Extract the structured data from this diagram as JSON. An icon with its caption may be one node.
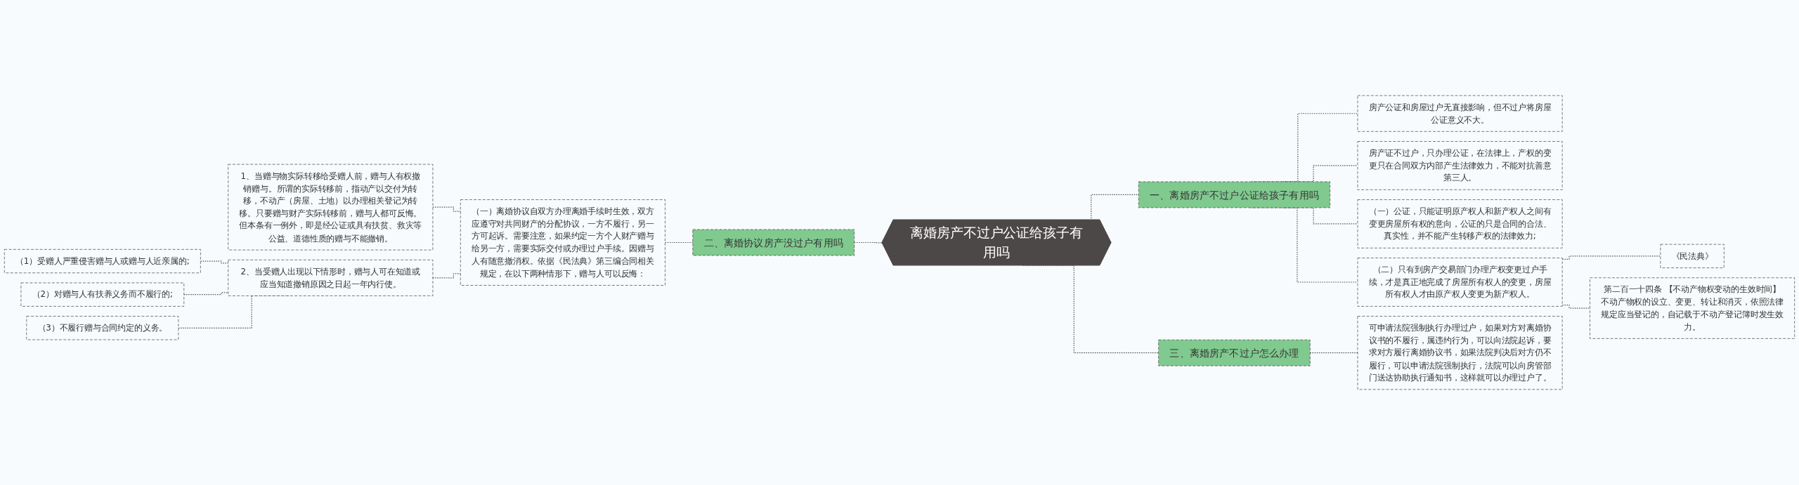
{
  "diagram": {
    "nodes": [
      {
        "text": [
          "离婚房产不过户公证给孩子有用吗"
        ]
      },
      {
        "text": [
          "一、离婚房产不过户公证给孩子有用吗"
        ]
      },
      {
        "text": [
          "房产公证和房屋过户无直接影响，但不过户将房屋公证意义不大。"
        ]
      },
      {
        "text": [
          "房产证不过户，只办理公证，在法律上，产权的变更只在合同双方内部产生法律效力，不能对抗善意第三人。"
        ]
      },
      {
        "text": [
          "（一）公证，只能证明原产权人和新产权人之间有变更房屋所有权的意向，公证的只是合同的合法、真实性，并不能产生转移产权的法律效力;"
        ]
      },
      {
        "text": [
          "（二）只有到房产交易部门办理产权变更过户手续，才是真正地完成了房屋所有权人的变更，房屋所有权人才由原产权人变更为新产权人。"
        ]
      },
      {
        "text": [
          "《民法典》"
        ]
      },
      {
        "text": [
          "第二百一十四条 【不动产物权变动的生效时间】不动产物权的设立、变更、转让和消灭，依照法律规定应当登记的，自记载于不动产登记簿时发生效力。"
        ]
      },
      {
        "text": [
          "二、离婚协议房产没过户有用吗"
        ]
      },
      {
        "text": [
          "（一）离婚协议自双方办理离婚手续时生效，双方应遵守对共同财产的分配协议，一方不履行，另一方可起诉。需要注意，如果约定一方个人财产赠与给另一方，需要实际交付或办理过户手续。因赠与人有随意撤消权。依据《民法典》第三编合同相关规定，在以下两种情形下，赠与人可以反悔："
        ]
      },
      {
        "text": [
          "1、当赠与物实际转移给受赠人前，赠与人有权撤销赠与。所谓的实际转移前，指动产以交付为转移，不动产（房屋、土地）以办理相关登记为转移。只要赠与财产实际转移前，赠与人都可反悔。但本条有一例外，即是经公证或具有扶贫、救灾等公益、道德性质的赠与不能撤销。"
        ]
      },
      {
        "text": [
          "2、当受赠人出现以下情形时，赠与人可在知道或应当知道撤销原因之日起一年内行使。"
        ]
      },
      {
        "text": [
          "（1）受赠人严重侵害赠与人或赠与人近亲属的;"
        ]
      },
      {
        "text": [
          "（2）对赠与人有扶养义务而不履行的;"
        ]
      },
      {
        "text": [
          "（3）不履行赠与合同约定的义务。"
        ]
      },
      {
        "text": [
          "三、离婚房产不过户怎么办理"
        ]
      },
      {
        "text": [
          "可申请法院强制执行办理过户，如果对方对离婚协议书的不履行，属违约行为，可以向法院起诉，要求对方履行离婚协议书，如果法院判决后对方仍不履行，可以申请法院强制执行，法院可以向房管部门送达协助执行通知书，这样就可以办理过户了。"
        ]
      }
    ],
    "edges": [
      {
        "from": 0,
        "to": 1,
        "arrow": "none",
        "style": "dashed"
      },
      {
        "from": 1,
        "to": 2,
        "arrow": "none",
        "style": "dashed"
      },
      {
        "from": 1,
        "to": 3,
        "arrow": "none",
        "style": "dashed"
      },
      {
        "from": 1,
        "to": 4,
        "arrow": "none",
        "style": "dashed"
      },
      {
        "from": 1,
        "to": 5,
        "arrow": "none",
        "style": "dashed"
      },
      {
        "from": 5,
        "to": 6,
        "arrow": "none",
        "style": "dashed"
      },
      {
        "from": 5,
        "to": 7,
        "arrow": "none",
        "style": "dashed"
      },
      {
        "from": 0,
        "to": 8,
        "arrow": "none",
        "style": "dashed"
      },
      {
        "from": 8,
        "to": 9,
        "arrow": "none",
        "style": "dashed"
      },
      {
        "from": 9,
        "to": 10,
        "arrow": "none",
        "style": "dashed"
      },
      {
        "from": 9,
        "to": 11,
        "arrow": "none",
        "style": "dashed"
      },
      {
        "from": 11,
        "to": 12,
        "arrow": "none",
        "style": "dashed"
      },
      {
        "from": 11,
        "to": 13,
        "arrow": "none",
        "style": "dashed"
      },
      {
        "from": 11,
        "to": 14,
        "arrow": "none",
        "style": "dashed"
      },
      {
        "from": 0,
        "to": 15,
        "arrow": "none",
        "style": "dashed"
      },
      {
        "from": 15,
        "to": 16,
        "arrow": "none",
        "style": "dashed"
      }
    ]
  }
}
